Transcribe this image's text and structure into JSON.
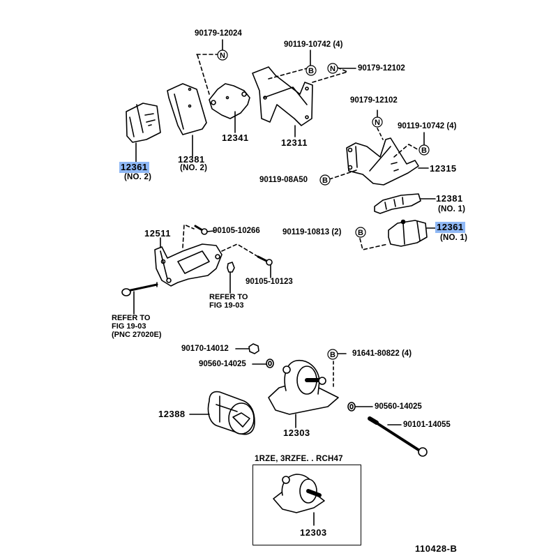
{
  "diagram": {
    "figure_id": "110428-B",
    "variant_box_title": "1RZE, 3RZFE. . RCH47",
    "highlight_color": "#8fb8f5",
    "parts": [
      {
        "id": "p12361_no2",
        "part_number": "12361",
        "note": "(NO. 2)",
        "highlighted": true
      },
      {
        "id": "p12381_no2",
        "part_number": "12381",
        "note": "(NO. 2)",
        "highlighted": false
      },
      {
        "id": "p12341",
        "part_number": "12341",
        "note": "",
        "highlighted": false
      },
      {
        "id": "p12311",
        "part_number": "12311",
        "note": "",
        "highlighted": false
      },
      {
        "id": "p12315",
        "part_number": "12315",
        "note": "",
        "highlighted": false
      },
      {
        "id": "p12381_no1",
        "part_number": "12381",
        "note": "(NO. 1)",
        "highlighted": false
      },
      {
        "id": "p12361_no1",
        "part_number": "12361",
        "note": "(NO. 1)",
        "highlighted": true
      },
      {
        "id": "p12511",
        "part_number": "12511",
        "note": "",
        "highlighted": false
      },
      {
        "id": "p12388",
        "part_number": "12388",
        "note": "",
        "highlighted": false
      },
      {
        "id": "p12303",
        "part_number": "12303",
        "note": "",
        "highlighted": false
      },
      {
        "id": "p12303_alt",
        "part_number": "12303",
        "note": "",
        "highlighted": false
      }
    ],
    "fasteners": [
      {
        "id": "f1",
        "part_number": "90179-12024",
        "symbol": "N"
      },
      {
        "id": "f2",
        "part_number": "90119-10742 (4)",
        "symbol": "B"
      },
      {
        "id": "f3",
        "part_number": "90179-12102",
        "symbol": "N"
      },
      {
        "id": "f4",
        "part_number": "90179-12102",
        "symbol": "N"
      },
      {
        "id": "f5",
        "part_number": "90119-10742 (4)",
        "symbol": "B"
      },
      {
        "id": "f6",
        "part_number": "90119-08A50",
        "symbol": "B"
      },
      {
        "id": "f7",
        "part_number": "90119-10813 (2)",
        "symbol": "B"
      },
      {
        "id": "f8",
        "part_number": "90105-10266",
        "symbol": ""
      },
      {
        "id": "f9",
        "part_number": "90105-10123",
        "symbol": ""
      },
      {
        "id": "f10",
        "part_number": "90170-14012",
        "symbol": ""
      },
      {
        "id": "f11",
        "part_number": "90560-14025",
        "symbol": ""
      },
      {
        "id": "f12",
        "part_number": "91641-80822 (4)",
        "symbol": "B"
      },
      {
        "id": "f13",
        "part_number": "90560-14025",
        "symbol": ""
      },
      {
        "id": "f14",
        "part_number": "90101-14055",
        "symbol": ""
      }
    ],
    "references": [
      {
        "id": "r1",
        "lines": [
          "REFER TO",
          "FIG 19-03"
        ]
      },
      {
        "id": "r2",
        "lines": [
          "REFER TO",
          "FIG 19-03",
          "(PNC 27020E)"
        ]
      }
    ]
  }
}
